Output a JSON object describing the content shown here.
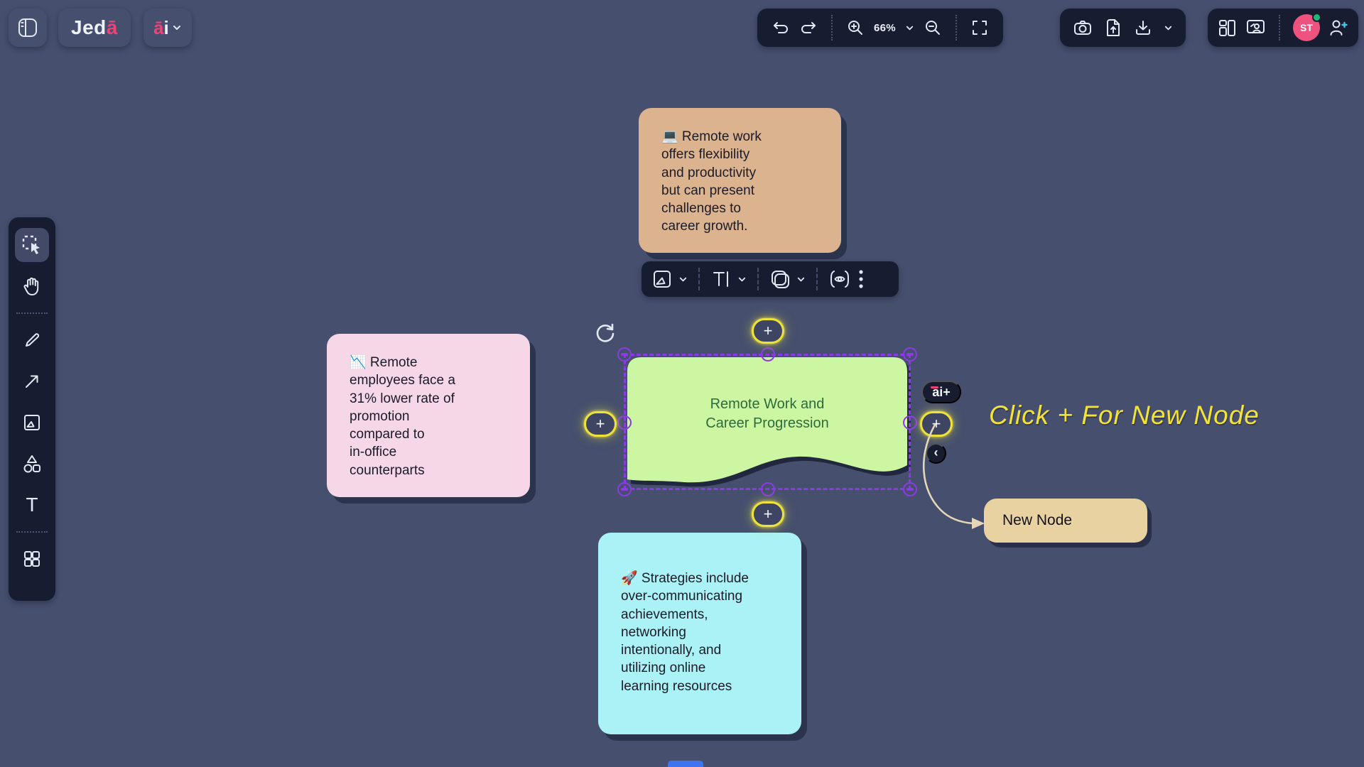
{
  "header": {
    "logo": {
      "prefix": "Jed",
      "accent": "ā"
    },
    "ai_menu": {
      "accent": "ā",
      "rest": "i"
    },
    "zoom": {
      "level": "66%"
    },
    "avatar": {
      "initials": "ST"
    }
  },
  "left_toolbar": {
    "text_tool": "T"
  },
  "canvas": {
    "sticky_notes": [
      {
        "name": "remote-work-note",
        "bg": "#dcb38f",
        "text": "💻 Remote work\noffers flexibility\nand productivity\nbut can present\nchallenges to\ncareer growth."
      },
      {
        "name": "promotion-stat-note",
        "bg": "#f5d7e8",
        "text": "📉 Remote\nemployees face a\n31% lower rate of\npromotion\ncompared to\nin-office\ncounterparts"
      },
      {
        "name": "strategies-note",
        "bg": "#aaf2f6",
        "text": "🚀 Strategies include\nover-communicating\nachievements,\nnetworking\nintentionally, and\nutilizing online\nlearning resources"
      }
    ],
    "selected_node": {
      "title": "Remote Work and\nCareer Progression",
      "bg": "#cdf6a3"
    },
    "new_node": {
      "label": "New Node",
      "bg": "#e9d2a2"
    },
    "hint_text": "Click + For New Node",
    "ai_plus_label": "ai+",
    "plus": "+",
    "collapse": "‹"
  },
  "colors": {
    "background": "#464f6e",
    "panel": "#171c31",
    "accent_pink": "#ee4377",
    "selection_purple": "#8a3be4",
    "plus_ring_yellow": "#ece23a",
    "hint_yellow": "#f2e336",
    "avatar_pink": "#ee5380",
    "status_green": "#22b573"
  }
}
